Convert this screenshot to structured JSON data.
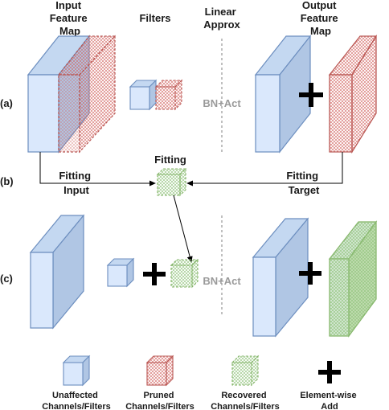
{
  "headers": {
    "input_feature_map": [
      "Input",
      "Feature",
      "Map"
    ],
    "filters": "Filters",
    "linear_approx": [
      "Linear",
      "Approx"
    ],
    "output_feature_map": [
      "Output",
      "Feature",
      "Map"
    ]
  },
  "rows": {
    "a": "(a)",
    "b": "(b)",
    "c": "(c)"
  },
  "bn_act": "BN+Act",
  "fitting": "Fitting",
  "fitting_input": [
    "Fitting",
    "Input"
  ],
  "fitting_target": [
    "Fitting",
    "Target"
  ],
  "legend": {
    "unaffected": [
      "Unaffected",
      "Channels/Filters"
    ],
    "pruned": [
      "Pruned",
      "Channels/Filters"
    ],
    "recovered": [
      "Recovered",
      "Channels/Filters"
    ],
    "add": [
      "Element-wise",
      "Add"
    ]
  },
  "colors": {
    "unaffected_fill": "#dae8fc",
    "unaffected_stroke": "#6c8ebf",
    "pruned_stroke": "#b85450",
    "recovered_stroke": "#82b366"
  }
}
